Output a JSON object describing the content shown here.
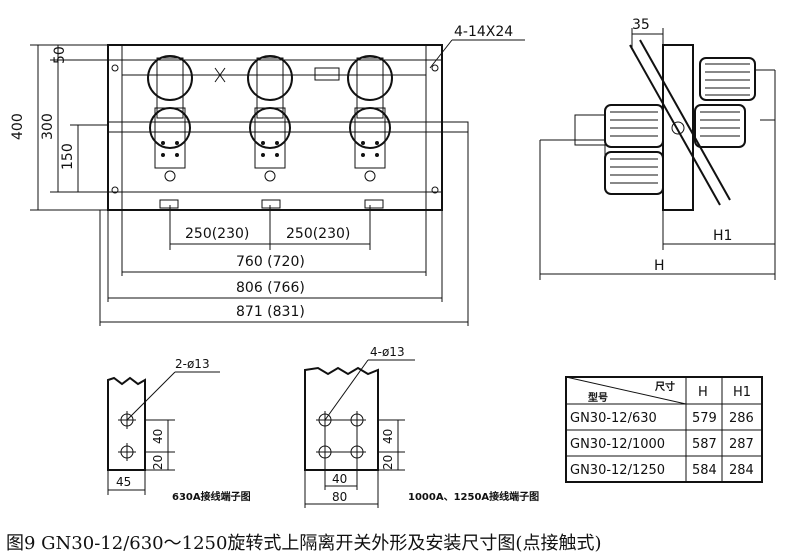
{
  "front_view": {
    "holes_label": "4-14X24",
    "vert_dims": [
      "400",
      "300",
      "150",
      "50"
    ],
    "pitch_1": "250(230)",
    "pitch_2": "250(230)",
    "width_760": "760 (720)",
    "width_806": "806 (766)",
    "width_871": "871 (831)"
  },
  "side_view": {
    "dim_35": "35",
    "dim_h1": "H1",
    "dim_h": "H"
  },
  "terminal_630": {
    "holes": "2-ø13",
    "dim_40": "40",
    "dim_20": "20",
    "dim_45": "45",
    "caption": "630A接线端子图"
  },
  "terminal_1000": {
    "holes": "4-ø13",
    "dim_40v": "40",
    "dim_20v": "20",
    "dim_40h": "40",
    "dim_80": "80",
    "caption": "1000A、1250A接线端子图"
  },
  "table": {
    "header_model": "型号",
    "header_size": "尺寸",
    "header_h": "H",
    "header_h1": "H1",
    "rows": [
      {
        "model": "GN30-12/630",
        "h": "579",
        "h1": "286"
      },
      {
        "model": "GN30-12/1000",
        "h": "587",
        "h1": "287"
      },
      {
        "model": "GN30-12/1250",
        "h": "584",
        "h1": "284"
      }
    ]
  },
  "caption": "图9   GN30-12/630～1250旋转式上隔离开关外形及安装尺寸图(点接触式)"
}
